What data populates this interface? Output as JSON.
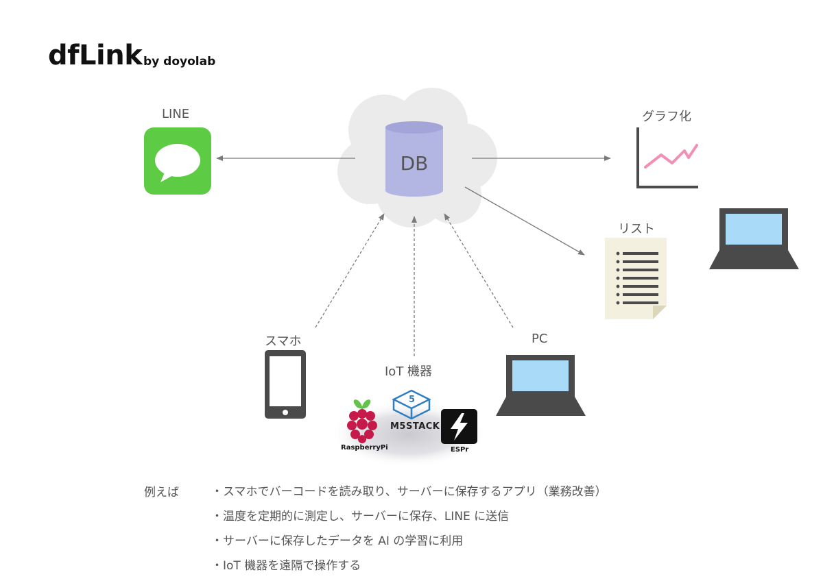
{
  "header": {
    "title": "dfLink",
    "byline": "by doyolab"
  },
  "nodes": {
    "db": "DB",
    "line": "LINE",
    "graph": "グラフ化",
    "list": "リスト",
    "smartphone": "スマホ",
    "iot": "IoT 機器",
    "pc": "PC"
  },
  "logos": {
    "raspberry_pi": "RaspberryPi",
    "m5stack": "M5STACK",
    "m5_badge": "5",
    "espr": "ESPr"
  },
  "colors": {
    "line_green": "#5ecb45",
    "db_purple": "#b3b5e2",
    "chart_pink": "#f28fb5",
    "screen_blue": "#a9dbf8",
    "device_gray": "#4a4a4a",
    "cloud_gray": "#ebebeb",
    "arrow_gray": "#7a7a7a"
  },
  "notes": {
    "label": "例えば",
    "items": [
      "・スマホでバーコードを読み取り、サーバーに保存するアプリ（業務改善）",
      "・温度を定期的に測定し、サーバーに保存、LINE に送信",
      "・サーバーに保存したデータを AI の学習に利用",
      "・IoT 機器を遠隔で操作する"
    ]
  }
}
